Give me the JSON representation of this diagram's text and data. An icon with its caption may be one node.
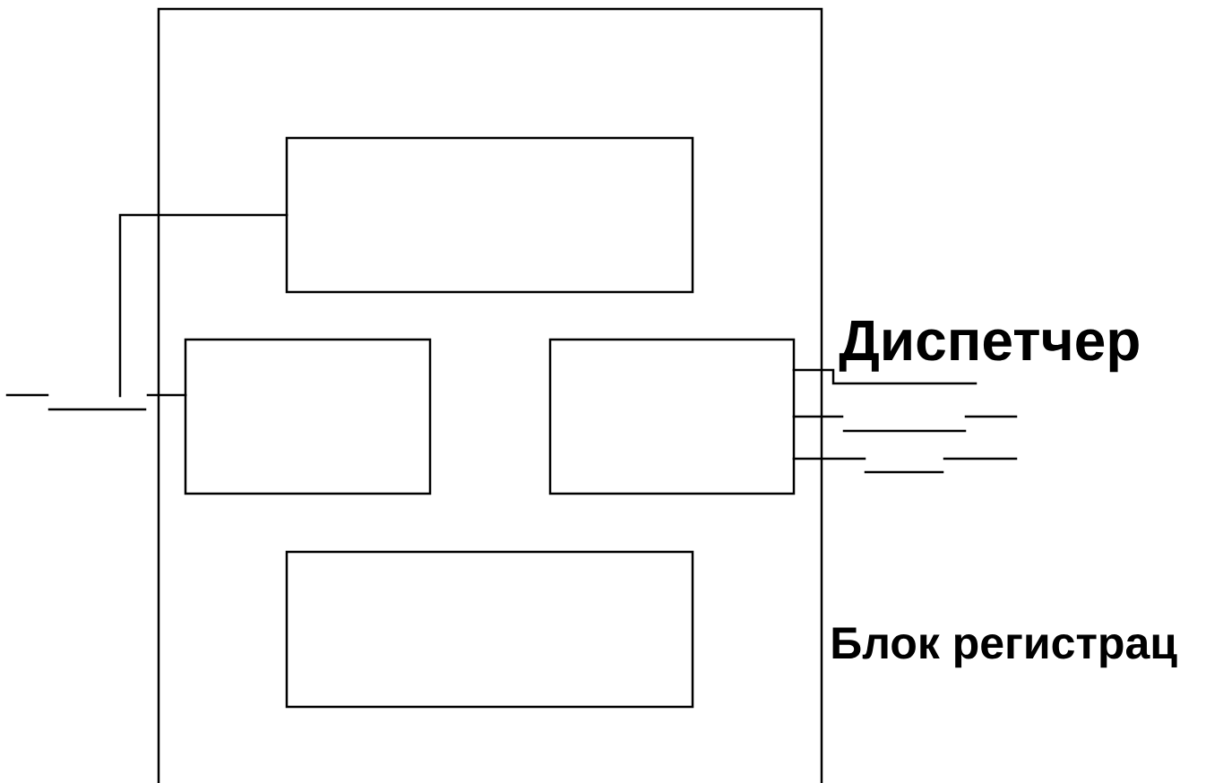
{
  "diagram": {
    "nodes": [
      {
        "text": [],
        "shape": "box"
      },
      {
        "text": [],
        "shape": "box",
        "in": 0
      },
      {
        "text": [],
        "shape": "box",
        "in": 0
      },
      {
        "text": [],
        "shape": "box",
        "in": 0
      },
      {
        "text": [],
        "shape": "box",
        "in": 0
      }
    ],
    "edges": [
      {
        "from": 1,
        "to": null,
        "arrow": "none"
      },
      {
        "from": null,
        "to": 2,
        "arrow": "none"
      },
      {
        "from": 3,
        "to": null,
        "arrow": "none"
      },
      {
        "from": 3,
        "to": null,
        "arrow": "none"
      },
      {
        "from": 3,
        "to": null,
        "arrow": "none"
      }
    ],
    "labels": [
      "Диспетчер",
      "Блок регистрац"
    ]
  }
}
